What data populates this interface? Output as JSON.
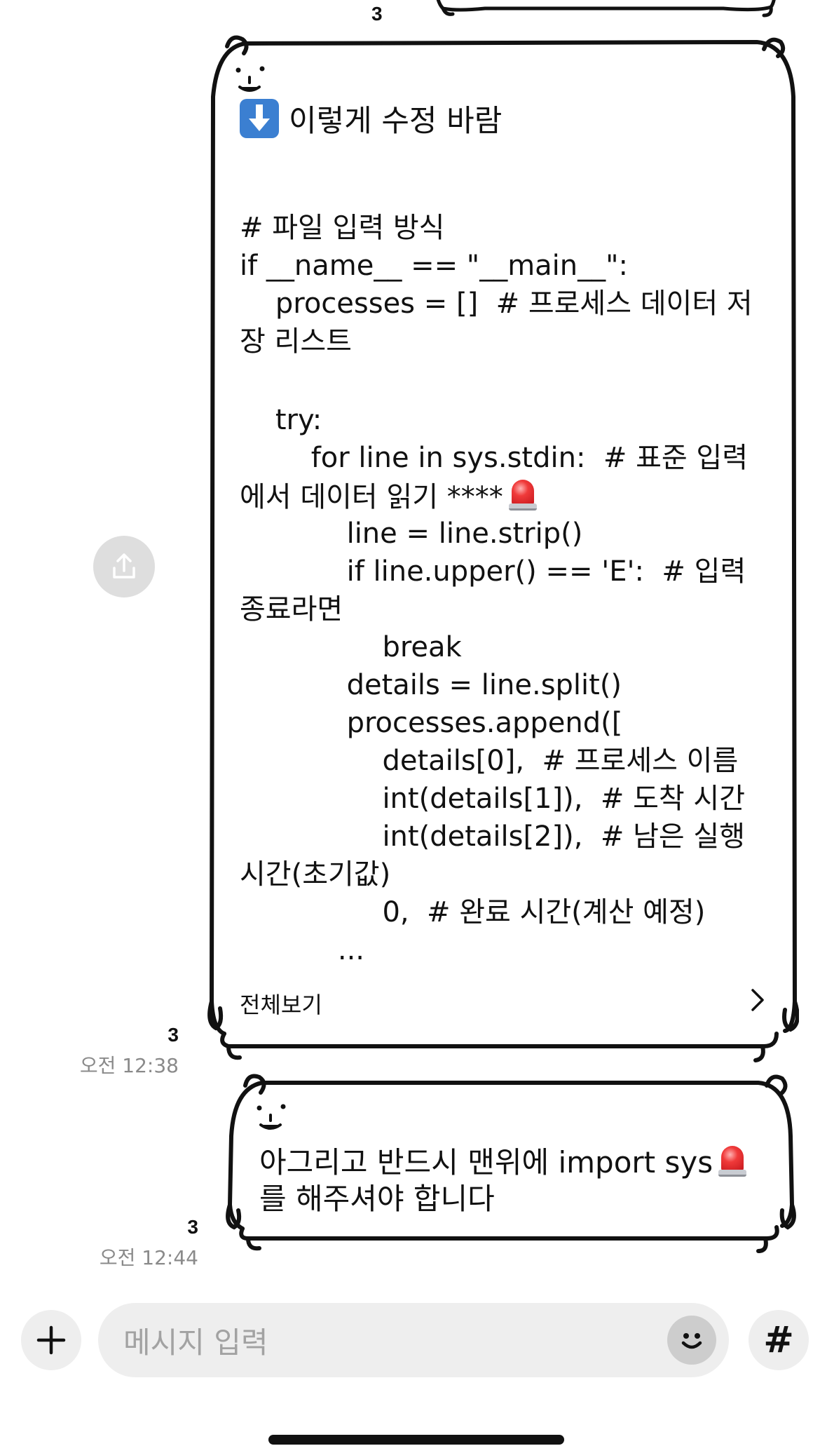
{
  "chat": {
    "top_bubble": {
      "read_count": "3"
    },
    "message1": {
      "heading": "이렇게 수정 바람",
      "heading_icon": "down-arrow-icon",
      "code_lines": [
        "# 파일 입력 방식",
        "if __name__ == \"__main__\":",
        "    processes = []  # 프로세스 데이터 저",
        "장 리스트",
        "",
        "    try:",
        "        for line in sys.stdin:  # 표준 입력",
        "에서 데이터 읽기 ****",
        "            line = line.strip()",
        "            if line.upper() == 'E':  # 입력",
        "종료라면",
        "                break",
        "            details = line.split()",
        "            processes.append([",
        "                details[0],  # 프로세스 이름",
        "                int(details[1]),  # 도착 시간",
        "                int(details[2]),  # 남은 실행",
        "시간(초기값)",
        "                0,  # 완료 시간(계산 예정)",
        "           ..."
      ],
      "see_all": "전체보기",
      "read_count": "3",
      "time": "오전 12:38"
    },
    "message2": {
      "line1": "아그리고 반드시 맨위에 import sys",
      "line2": "를 해주셔야 합니다",
      "read_count": "3",
      "time": "오전 12:44"
    }
  },
  "input_bar": {
    "placeholder": "메시지 입력",
    "hash_label": "#"
  },
  "colors": {
    "bubble_outline": "#111111",
    "input_background": "#eeeeee",
    "time_text": "#8a8a8a",
    "siren": "#e11b22"
  }
}
